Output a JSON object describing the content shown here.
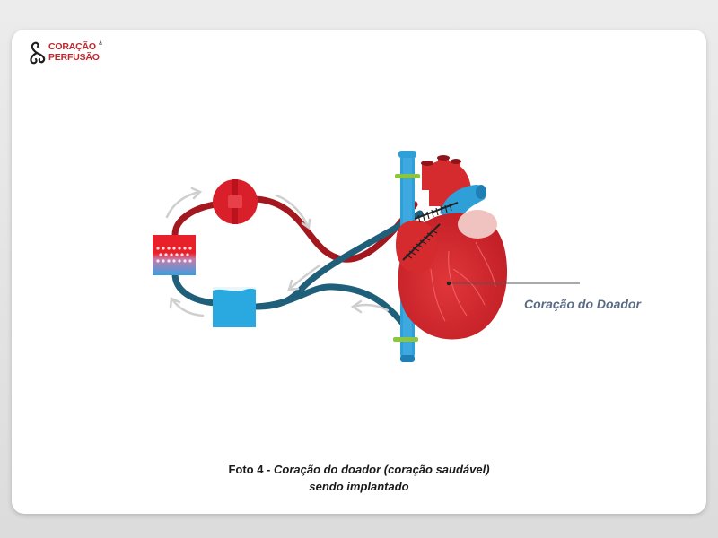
{
  "logo": {
    "line1": "CORAÇÃO",
    "amp": "&",
    "line2": "PERFUSÃO"
  },
  "diagram": {
    "heart_label": "Coração do Doador"
  },
  "caption": {
    "label": "Foto 4 - ",
    "line1": "Coração do doador (coração saudável)",
    "line2": "sendo implantado"
  },
  "colors": {
    "arterial_red": "#a3181f",
    "venous_blue": "#1f5f7a",
    "heart_red": "#d52a2e",
    "vessel_blue": "#2f9fd8",
    "reservoir_blue": "#2aa8e0",
    "clamp_green": "#8cc63f",
    "label_slate": "#5a6b84"
  }
}
